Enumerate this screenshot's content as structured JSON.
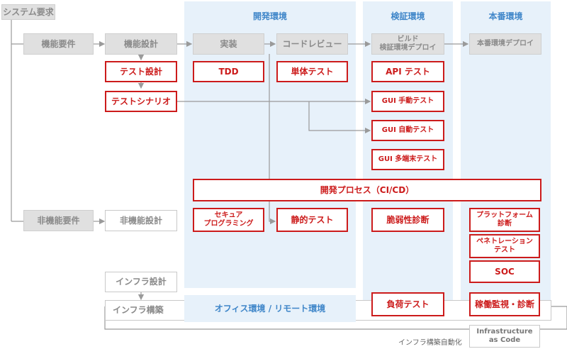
{
  "zones": {
    "dev": "開発環境",
    "verify": "検証環境",
    "prod": "本番環境"
  },
  "boxes": {
    "system_req": "システム要求",
    "func_req": "機能要件",
    "func_design": "機能設計",
    "impl": "実装",
    "code_review": "コードレビュー",
    "build_deploy": "ビルド\n検証環境デプロイ",
    "prod_deploy": "本番環境デプロイ",
    "test_design": "テスト設計",
    "tdd": "TDD",
    "unit_test": "単体テスト",
    "api_test": "API テスト",
    "test_scenario": "テストシナリオ",
    "gui_manual": "GUI 手動テスト",
    "gui_auto": "GUI 自動テスト",
    "gui_multi": "GUI 多端末テスト",
    "cicd": "開発プロセス（CI/CD）",
    "nonfunc_req": "非機能要件",
    "nonfunc_design": "非機能設計",
    "secure_prog": "セキュア\nプログラミング",
    "static_test": "静的テスト",
    "vuln_diag": "脆弱性診断",
    "platform_diag": "プラットフォーム\n診断",
    "pen_test": "ペネトレーション\nテスト",
    "soc": "SOC",
    "infra_design": "インフラ設計",
    "infra_build": "インフラ構築",
    "office_env": "オフィス環境 / リモート環境",
    "load_test": "負荷テスト",
    "operation_monitor": "稼働監視・診断",
    "iac": "Infrastructure\nas Code"
  },
  "captions": {
    "infra_auto": "インフラ構築自動化"
  },
  "colors": {
    "zone_bg": "#e7f1fa",
    "zone_title": "#3f86c9",
    "red": "#cc1b1b",
    "gray_fill": "#e0e0e0",
    "line": "#9a9a9a"
  }
}
